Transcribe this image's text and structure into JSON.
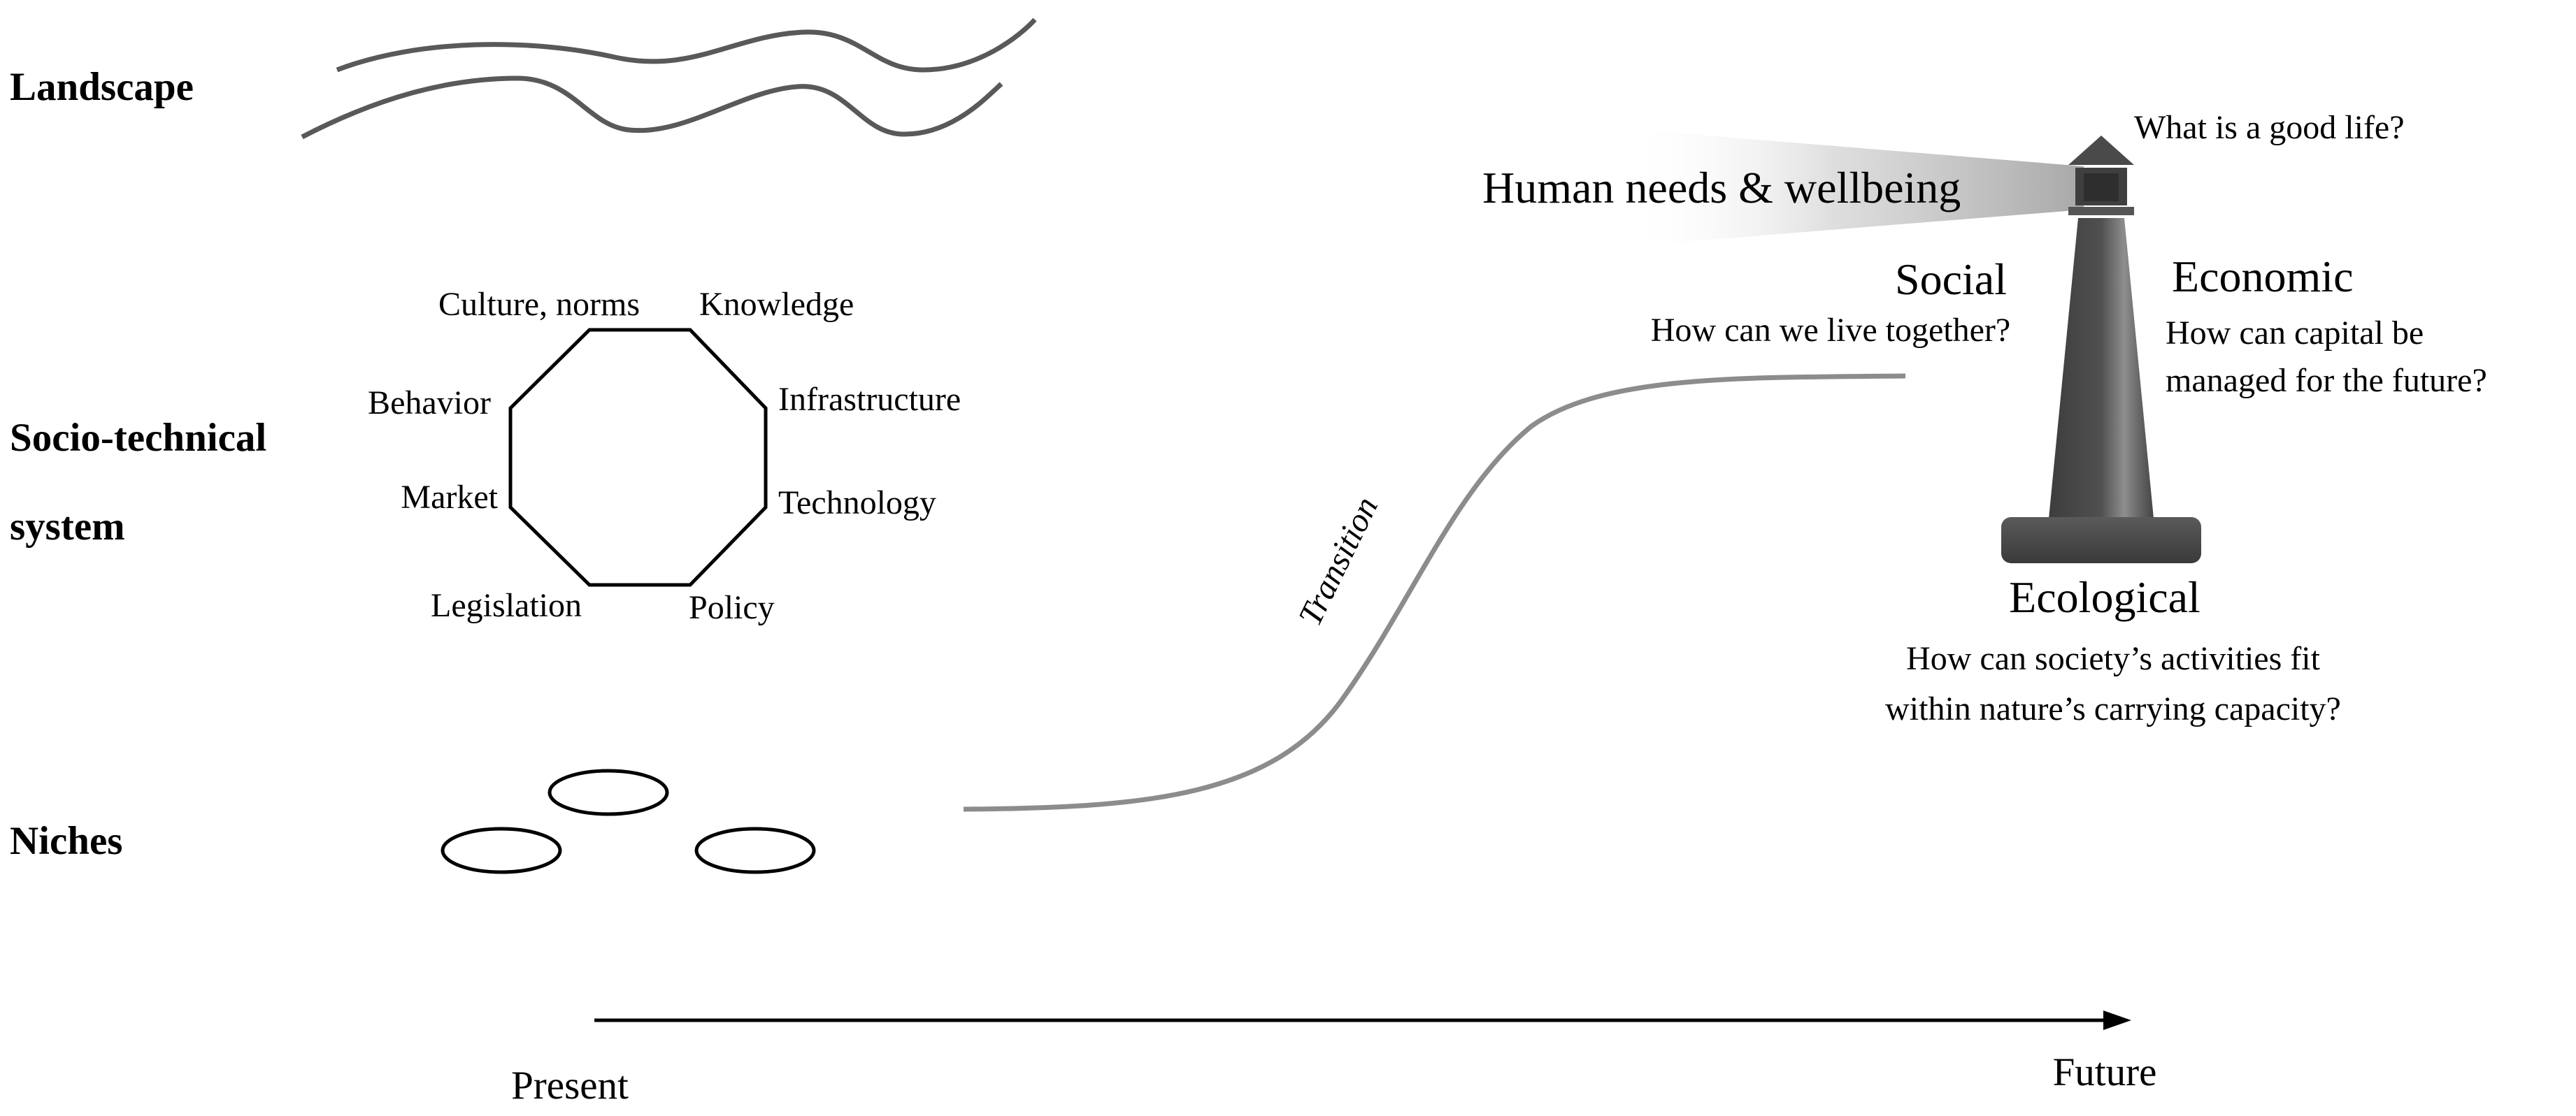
{
  "levels": {
    "landscape": "Landscape",
    "regime_line1": "Socio-technical",
    "regime_line2": "system",
    "niches": "Niches"
  },
  "regime_elements": [
    "Culture, norms",
    "Knowledge",
    "Behavior",
    "Infrastructure",
    "Market",
    "Technology",
    "Legislation",
    "Policy"
  ],
  "transition": {
    "label": "Transition"
  },
  "lighthouse": {
    "beam_label": "Human needs & wellbeing",
    "top_question": "What is a good life?",
    "social": {
      "title": "Social",
      "question": "How can we live together?"
    },
    "economic": {
      "title": "Economic",
      "question_line1": "How can capital be",
      "question_line2": "managed for the future?"
    },
    "ecological": {
      "title": "Ecological",
      "question_line1": "How can society’s activities fit",
      "question_line2": "within nature’s carrying capacity?"
    }
  },
  "timeline": {
    "start": "Present",
    "end": "Future"
  },
  "colors": {
    "text": "#000000",
    "curve": "#8c8c8c",
    "wave": "#595959",
    "tower": "#4a4a4a",
    "tower_highlight": "#8a8a8a",
    "beam": "#b0b0b0"
  }
}
